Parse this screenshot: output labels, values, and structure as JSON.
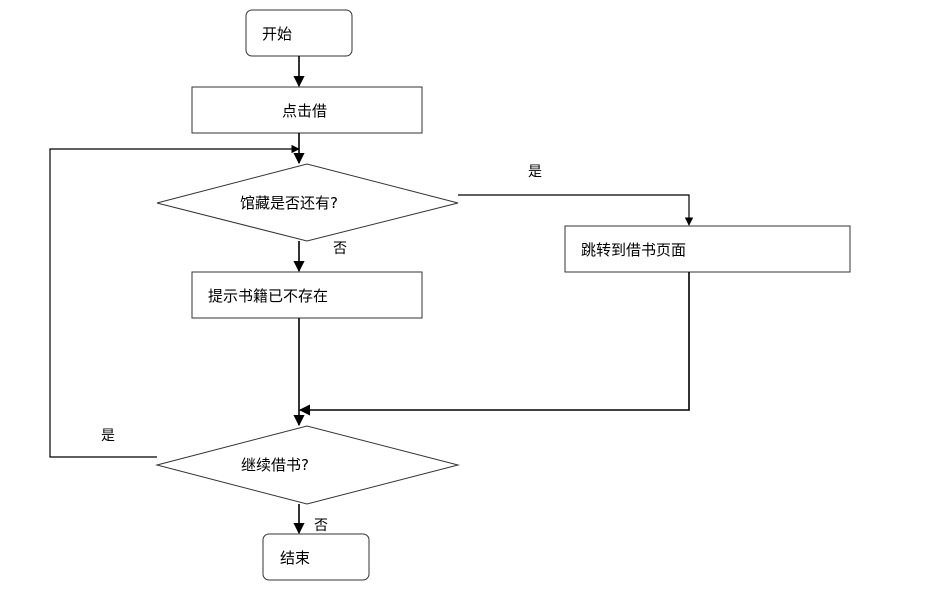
{
  "nodes": {
    "start": "开始",
    "click_borrow": "点击借",
    "check_stock": "馆藏是否还有?",
    "jump_page": "跳转到借书页面",
    "not_available": "提示书籍已不存在",
    "continue": "继续借书?",
    "end": "结束"
  },
  "edges": {
    "stock_yes": "是",
    "stock_no": "否",
    "continue_yes": "是",
    "continue_no": "否"
  }
}
